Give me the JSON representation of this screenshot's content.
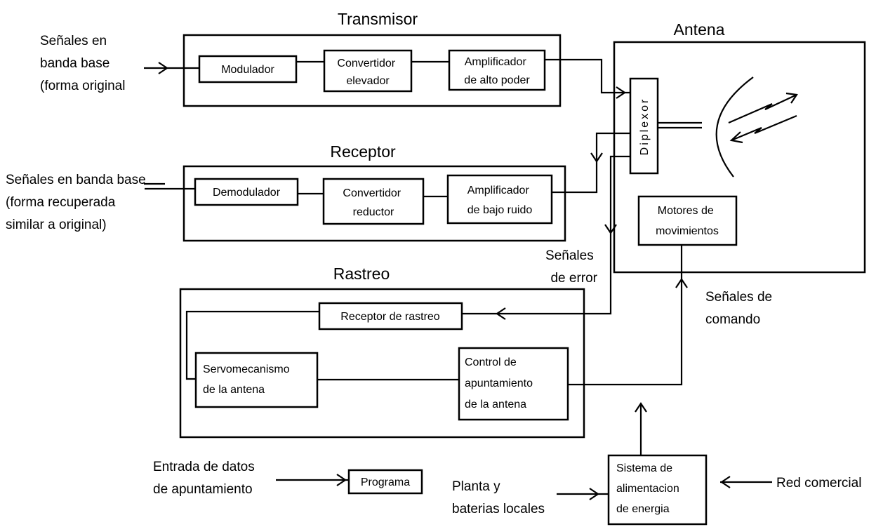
{
  "groups": {
    "transmisor": "Transmisor",
    "receptor": "Receptor",
    "rastreo": "Rastreo",
    "antena": "Antena"
  },
  "blocks": {
    "modulador": [
      "Modulador"
    ],
    "convertidor_elevador": [
      "Convertidor",
      "elevador"
    ],
    "amplificador_alto_poder": [
      "Amplificador",
      "de alto poder"
    ],
    "demodulador": [
      "Demodulador"
    ],
    "convertidor_reductor": [
      "Convertidor",
      "reductor"
    ],
    "amplificador_bajo_ruido": [
      "Amplificador",
      "de bajo ruido"
    ],
    "diplexor": "Diplexor",
    "motores": [
      "Motores de",
      "movimientos"
    ],
    "receptor_rastreo": [
      "Receptor de rastreo"
    ],
    "servomecanismo": [
      "Servomecanismo",
      "de la antena"
    ],
    "control_apuntamiento": [
      "Control de",
      "apuntamiento",
      "de la antena"
    ],
    "programa": [
      "Programa"
    ],
    "sistema_alimentacion": [
      "Sistema de",
      "alimentacion",
      "de energia"
    ]
  },
  "labels": {
    "senales_banda_base_tx": [
      "Señales en",
      "banda base",
      "(forma original"
    ],
    "senales_banda_base_rx": [
      "Señales en banda base",
      "(forma recuperada",
      "similar a original)"
    ],
    "senales_error": [
      "Señales",
      "de error"
    ],
    "senales_comando": [
      "Señales de",
      "comando"
    ],
    "entrada_datos": [
      "Entrada de datos",
      "de apuntamiento"
    ],
    "planta_baterias": [
      "Planta y",
      "baterias locales"
    ],
    "red_comercial": "Red comercial"
  }
}
